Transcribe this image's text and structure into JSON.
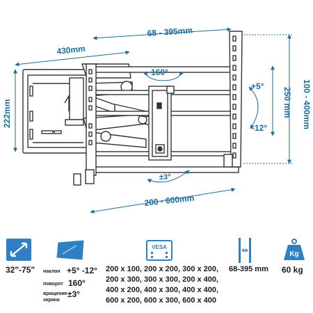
{
  "dimensions": {
    "arm_extension": "68 - 395mm",
    "width": "430mm",
    "height": "222mm",
    "vesa_vertical": "100 - 400mm",
    "vertical_hole_span": "250 mm",
    "vesa_horizontal": "200 - 600mm",
    "swivel": "160°",
    "tilt_up": "+5°",
    "tilt_down": "-12°",
    "rotation": "±3°"
  },
  "specs": {
    "screen_size": "32\"-75\"",
    "tilt_label": "наклон",
    "tilt_value": "+5° -12°",
    "swivel_label": "поворот",
    "swivel_value": "160°",
    "rotation_label_line1": "вращение",
    "rotation_label_line2": "экрана",
    "rotation_value": "±3°",
    "vesa_badge": "VESA",
    "vesa_patterns": [
      "200 x 100, 200 x 200, 300 x 200,",
      "200 x 300, 300 x 300, 200 x 400,",
      "400 x 200, 400 x 300, 400 x 400,",
      "600 x 200, 600 x 300, 600 x 400"
    ],
    "wall_distance": "68-395 mm",
    "weight_badge": "Kg",
    "weight": "60 kg"
  },
  "colors": {
    "dimension_blue": "#1a6c9c",
    "icon_blue": "#2e7fc4",
    "outline": "#333333"
  },
  "icons": [
    "diagonal-arrows-icon",
    "tilt-screen-icon",
    "vesa-screen-icon",
    "wall-profile-icon",
    "weight-icon"
  ]
}
